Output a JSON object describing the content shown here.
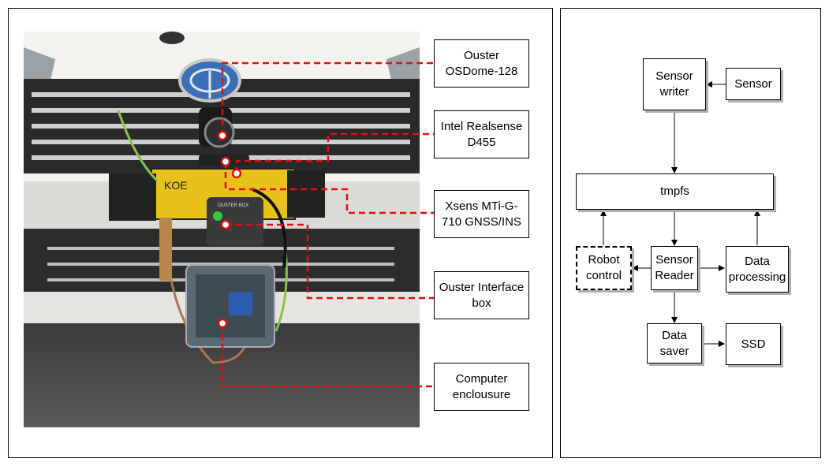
{
  "left_labels": [
    {
      "id": "ouster-osdome",
      "text": "Ouster\nOSDome-128"
    },
    {
      "id": "intel-realsense",
      "text": "Intel Realsense\nD455"
    },
    {
      "id": "xsens",
      "text": "Xsens MTi-G-\n710 GNSS/INS"
    },
    {
      "id": "ouster-interface",
      "text": "Ouster Interface\nbox"
    },
    {
      "id": "computer-enclosure",
      "text": "Computer\nenclousure"
    }
  ],
  "photo_text": {
    "plate": "KOE",
    "ouster_box": "OUSTER BOX"
  },
  "flow_nodes": {
    "sensor_writer": "Sensor\nwriter",
    "sensor": "Sensor",
    "tmpfs": "tmpfs",
    "robot_control": "Robot\ncontrol",
    "sensor_reader": "Sensor\nReader",
    "data_processing": "Data\nprocessing",
    "data_saver": "Data\nsaver",
    "ssd": "SSD"
  },
  "colors": {
    "callout_line": "#e01010",
    "border": "#000000",
    "shadow": "#b0b0b0"
  }
}
